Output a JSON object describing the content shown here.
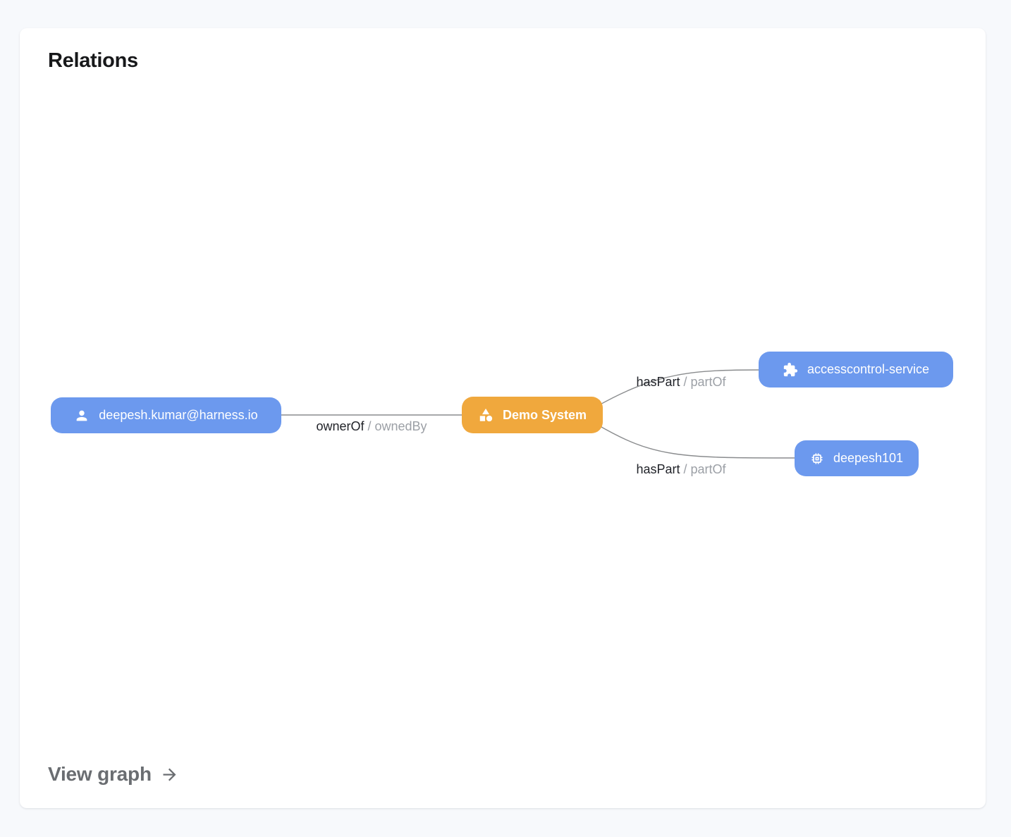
{
  "card": {
    "title": "Relations",
    "view_graph_label": "View graph"
  },
  "colors": {
    "page_background": "#F7F9FC",
    "card_background": "#FFFFFF",
    "node_blue": "#6C99EE",
    "node_orange": "#F0A83D",
    "edge_line": "#8A8C8E"
  },
  "graph": {
    "nodes": [
      {
        "id": "user",
        "label": "deepesh.kumar@harness.io",
        "icon": "person-icon",
        "color": "#6C99EE"
      },
      {
        "id": "demo-system",
        "label": "Demo System",
        "icon": "category-icon",
        "color": "#F0A83D"
      },
      {
        "id": "accesscontrol-service",
        "label": "accesscontrol-service",
        "icon": "extension-icon",
        "color": "#6C99EE"
      },
      {
        "id": "deepesh101",
        "label": "deepesh101",
        "icon": "memory-icon",
        "color": "#6C99EE"
      }
    ],
    "edges": [
      {
        "from": "deepesh.kumar@harness.io",
        "to": "Demo System",
        "primary": "ownerOf",
        "separator": "/",
        "secondary": "ownedBy"
      },
      {
        "from": "Demo System",
        "to": "accesscontrol-service",
        "primary": "hasPart",
        "separator": "/",
        "secondary": "partOf"
      },
      {
        "from": "Demo System",
        "to": "deepesh101",
        "primary": "hasPart",
        "separator": "/",
        "secondary": "partOf"
      }
    ]
  }
}
